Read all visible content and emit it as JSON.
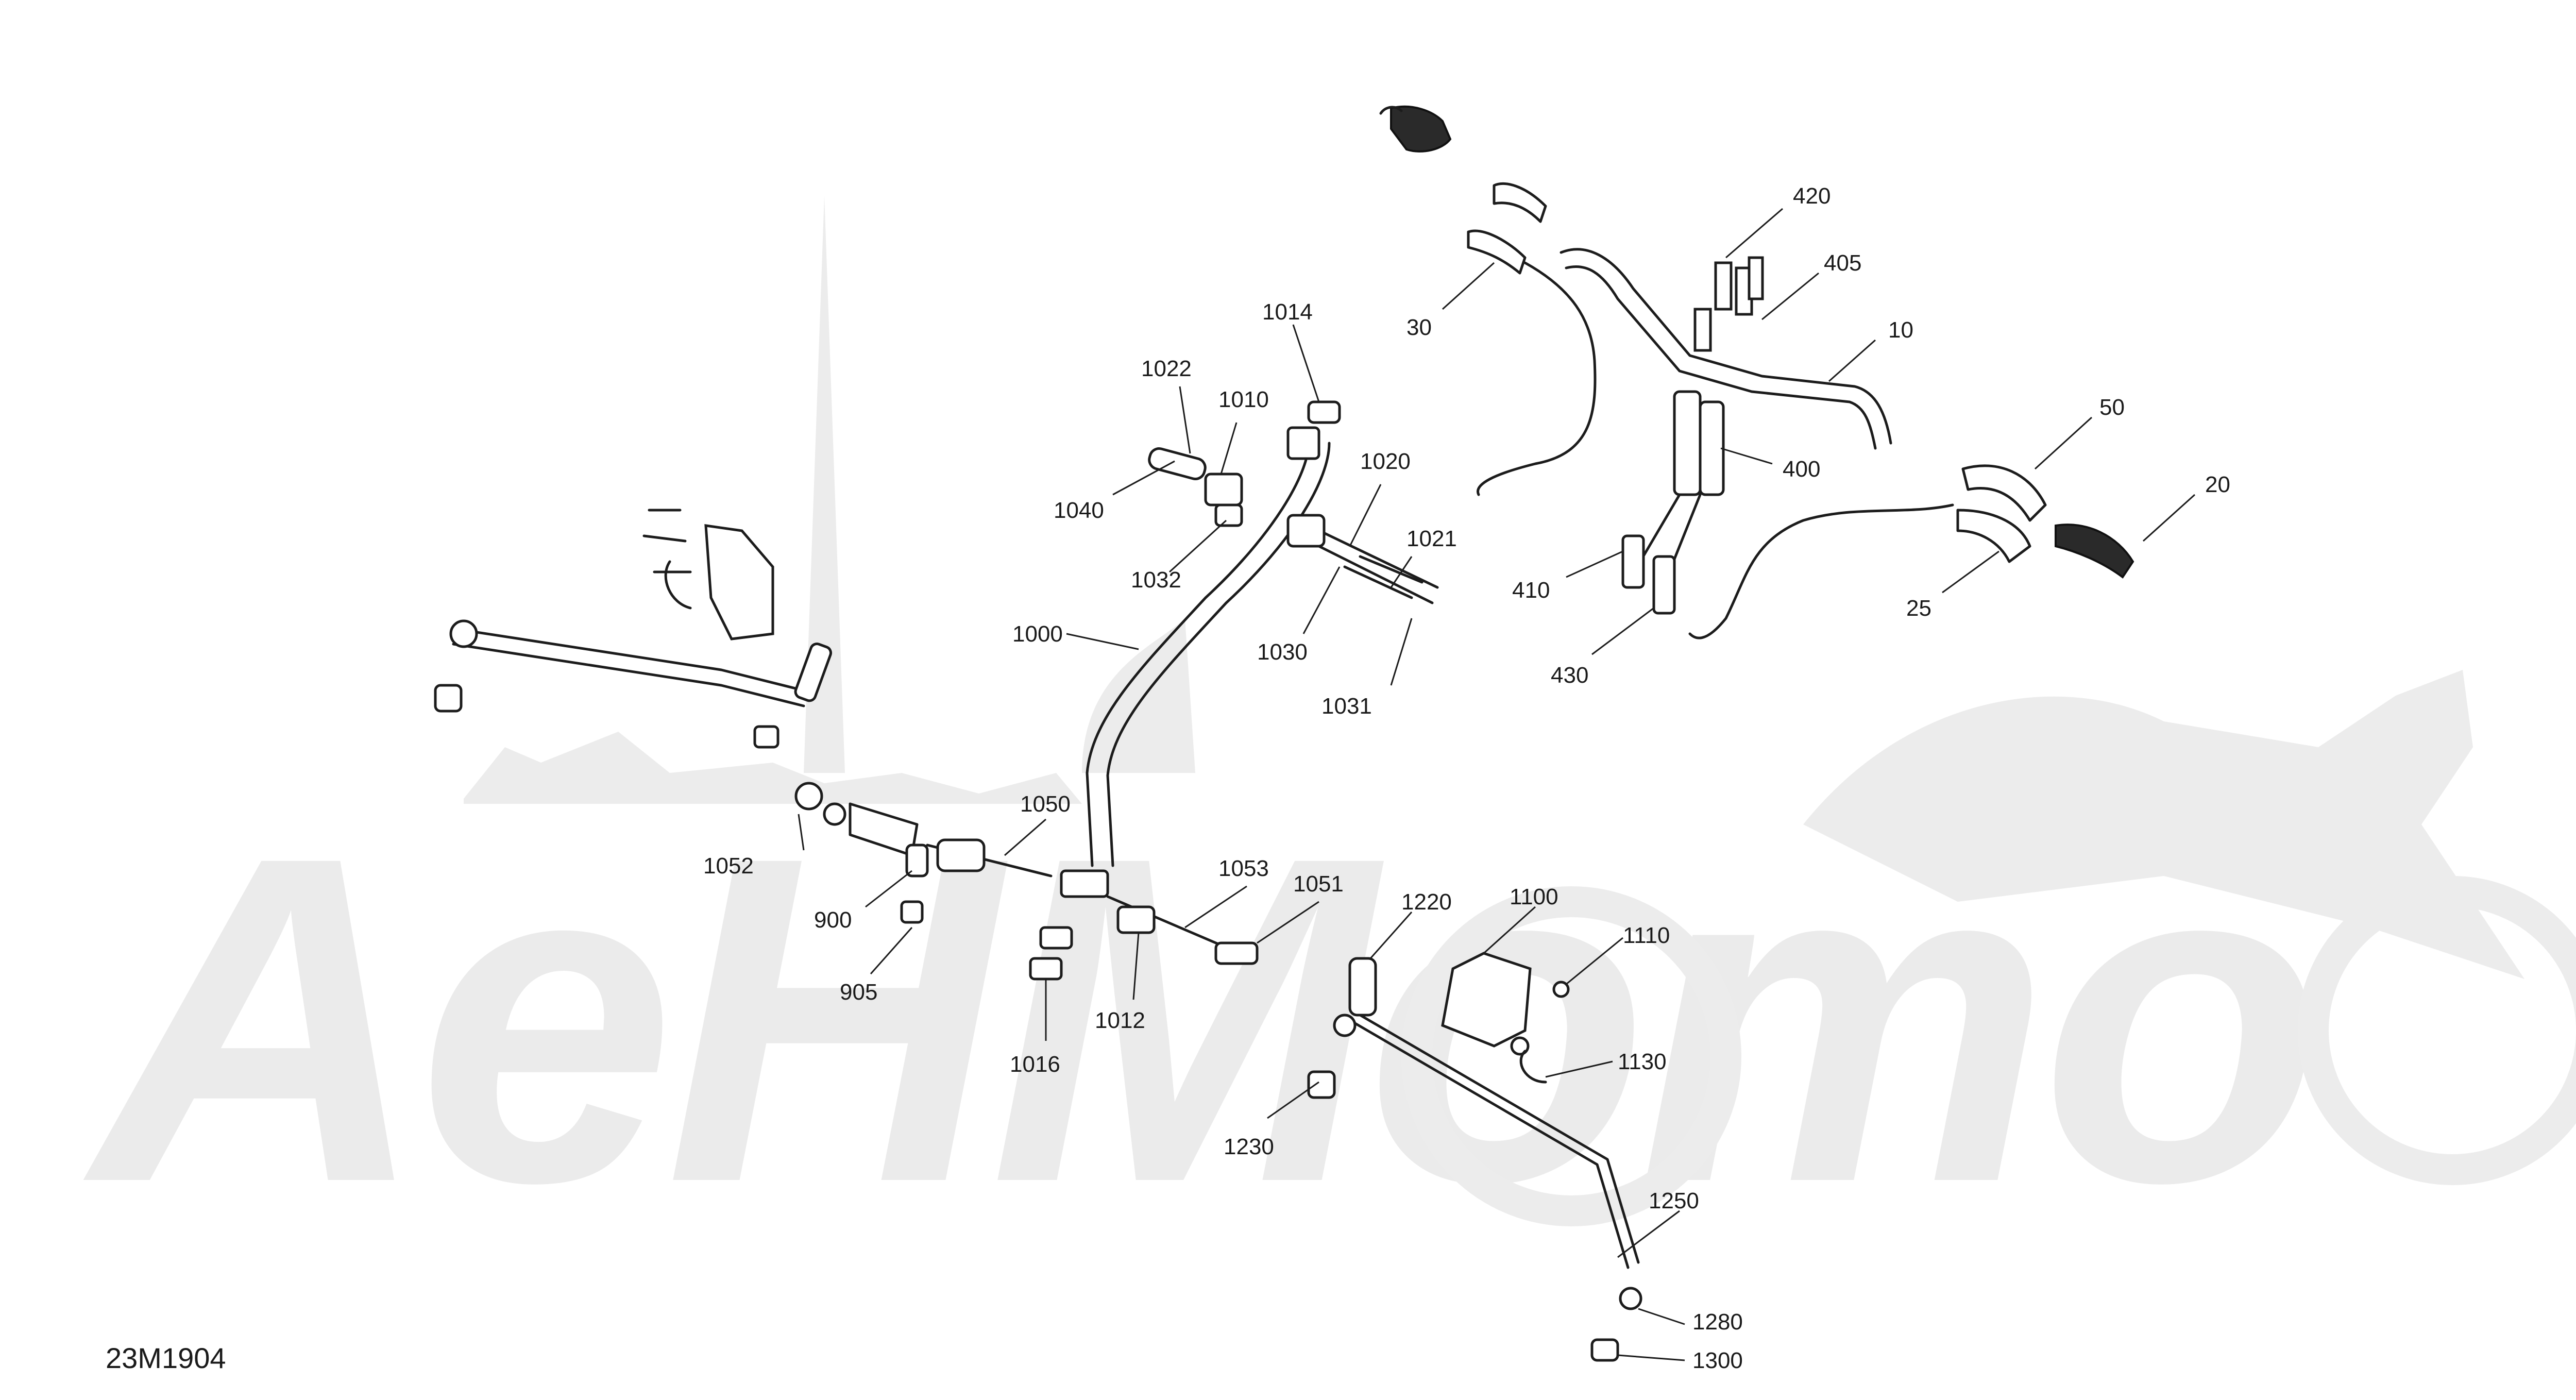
{
  "diagram": {
    "code": "23M1904",
    "watermark": "AeHMomo",
    "callouts": [
      {
        "id": "c420",
        "text": "420"
      },
      {
        "id": "c405",
        "text": "405"
      },
      {
        "id": "c10",
        "text": "10"
      },
      {
        "id": "c30",
        "text": "30"
      },
      {
        "id": "c50",
        "text": "50"
      },
      {
        "id": "c20",
        "text": "20"
      },
      {
        "id": "c400",
        "text": "400"
      },
      {
        "id": "c25",
        "text": "25"
      },
      {
        "id": "c410",
        "text": "410"
      },
      {
        "id": "c430",
        "text": "430"
      },
      {
        "id": "c1014",
        "text": "1014"
      },
      {
        "id": "c1022",
        "text": "1022"
      },
      {
        "id": "c1010",
        "text": "1010"
      },
      {
        "id": "c1020",
        "text": "1020"
      },
      {
        "id": "c1040",
        "text": "1040"
      },
      {
        "id": "c1021",
        "text": "1021"
      },
      {
        "id": "c1032",
        "text": "1032"
      },
      {
        "id": "c1030",
        "text": "1030"
      },
      {
        "id": "c1000",
        "text": "1000"
      },
      {
        "id": "c1031",
        "text": "1031"
      },
      {
        "id": "c1050",
        "text": "1050"
      },
      {
        "id": "c1052",
        "text": "1052"
      },
      {
        "id": "c1053",
        "text": "1053"
      },
      {
        "id": "c1051",
        "text": "1051"
      },
      {
        "id": "c900",
        "text": "900"
      },
      {
        "id": "c905",
        "text": "905"
      },
      {
        "id": "c1012",
        "text": "1012"
      },
      {
        "id": "c1016",
        "text": "1016"
      },
      {
        "id": "c1220",
        "text": "1220"
      },
      {
        "id": "c1100",
        "text": "1100"
      },
      {
        "id": "c1110",
        "text": "1110"
      },
      {
        "id": "c1130",
        "text": "1130"
      },
      {
        "id": "c1230",
        "text": "1230"
      },
      {
        "id": "c1250",
        "text": "1250"
      },
      {
        "id": "c1280",
        "text": "1280"
      },
      {
        "id": "c1300",
        "text": "1300"
      }
    ]
  }
}
